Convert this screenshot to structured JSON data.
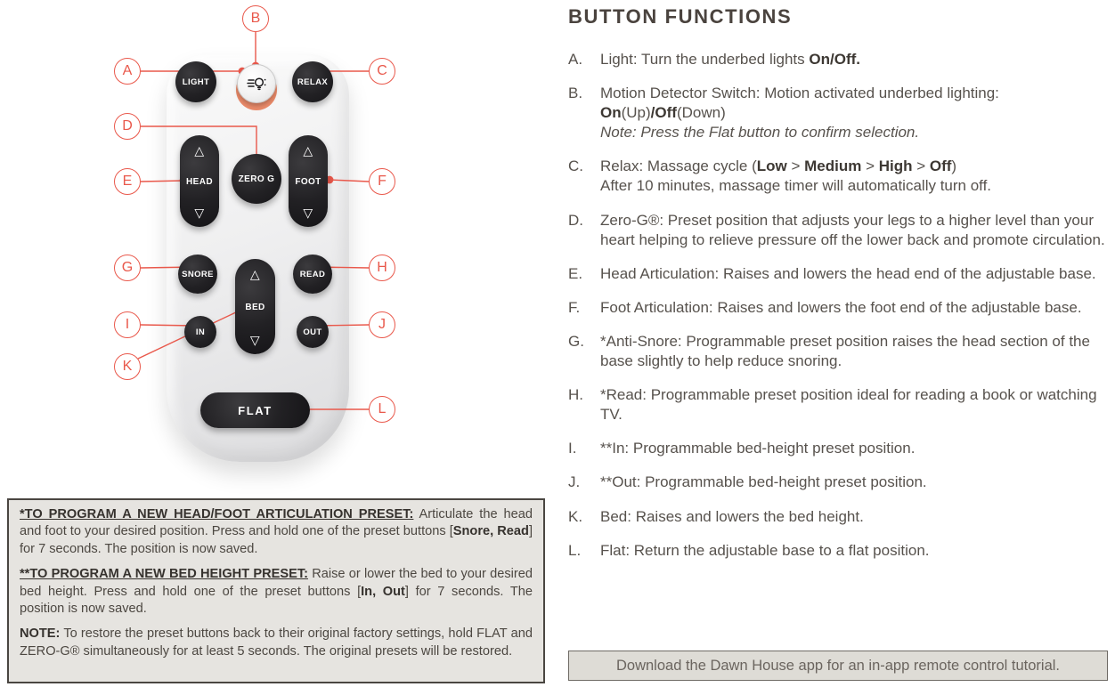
{
  "title": "BUTTON FUNCTIONS",
  "callouts": [
    "A",
    "B",
    "C",
    "D",
    "E",
    "F",
    "G",
    "H",
    "I",
    "J",
    "K",
    "L"
  ],
  "remote": {
    "light": "LIGHT",
    "relax": "RELAX",
    "zero_g": "ZERO G",
    "head": "HEAD",
    "foot": "FOOT",
    "snore": "SNORE",
    "read": "READ",
    "bed": "BED",
    "height_in": "IN",
    "height_out": "OUT",
    "flat": "FLAT",
    "arrow_up": "△",
    "arrow_down": "▽",
    "motion_icon": "bulb-with-motion-rays"
  },
  "colors": {
    "accent_red": "#e9584b",
    "button_black": "#222124",
    "motion_ring_orange": "#e98a69",
    "note_box_bg": "#e6e4e0",
    "download_bar_bg": "#dedcd6",
    "text_gray": "#57524d",
    "title_brown": "#4a433e"
  },
  "functions": [
    {
      "letter": "A.",
      "segments": [
        {
          "t": "Light: Turn the underbed lights "
        },
        {
          "t": "On/Off.",
          "b": 1
        }
      ]
    },
    {
      "letter": "B.",
      "segments": [
        {
          "t": "Motion Detector Switch: Motion activated underbed lighting:"
        },
        {
          "br": 1
        },
        {
          "t": "On",
          "b": 1
        },
        {
          "t": "(Up)"
        },
        {
          "t": "/",
          "b": 1
        },
        {
          "t": "Off",
          "b": 1
        },
        {
          "t": "(Down)"
        },
        {
          "br": 1
        },
        {
          "t": "Note: Press the Flat button to confirm selection.",
          "i": 1
        }
      ]
    },
    {
      "letter": "C.",
      "segments": [
        {
          "t": "Relax: Massage cycle ("
        },
        {
          "t": "Low",
          "b": 1
        },
        {
          "t": " > "
        },
        {
          "t": "Medium",
          "b": 1
        },
        {
          "t": " > "
        },
        {
          "t": "High",
          "b": 1
        },
        {
          "t": " > "
        },
        {
          "t": "Off",
          "b": 1
        },
        {
          "t": ")"
        },
        {
          "br": 1
        },
        {
          "t": "After 10 minutes, massage timer will automatically turn off."
        }
      ]
    },
    {
      "letter": "D.",
      "segments": [
        {
          "t": "Zero-G®: Preset position that adjusts your legs to a higher level than your heart helping to relieve pressure off the lower back and promote circulation."
        }
      ]
    },
    {
      "letter": "E.",
      "segments": [
        {
          "t": "Head Articulation: Raises and lowers the head end of the adjustable base."
        }
      ]
    },
    {
      "letter": "F.",
      "segments": [
        {
          "t": "Foot Articulation: Raises and lowers the foot end of the adjustable base."
        }
      ]
    },
    {
      "letter": "G.",
      "segments": [
        {
          "t": "*Anti-Snore: Programmable preset position raises the head section of the base slightly to help reduce snoring."
        }
      ]
    },
    {
      "letter": "H.",
      "segments": [
        {
          "t": "*Read: Programmable preset position ideal for reading a book or watching TV."
        }
      ]
    },
    {
      "letter": "I.",
      "segments": [
        {
          "t": "**In: Programmable bed-height preset position."
        }
      ]
    },
    {
      "letter": "J.",
      "segments": [
        {
          "t": "**Out: Programmable bed-height preset position."
        }
      ]
    },
    {
      "letter": "K.",
      "segments": [
        {
          "t": "Bed: Raises and lowers the bed height."
        }
      ]
    },
    {
      "letter": "L.",
      "segments": [
        {
          "t": "Flat: Return the adjustable base to a flat position."
        }
      ]
    }
  ],
  "notes": [
    {
      "segments": [
        {
          "t": "*TO PROGRAM A NEW HEAD/FOOT ARTICULATION PRESET:",
          "b": 1,
          "u": 1
        },
        {
          "t": " Articulate the head and foot to your desired position. Press and hold one of the preset buttons ["
        },
        {
          "t": "Snore, Read",
          "b": 1
        },
        {
          "t": "] for 7 seconds. The position is now saved."
        }
      ]
    },
    {
      "segments": [
        {
          "t": "**TO PROGRAM A NEW BED HEIGHT PRESET:",
          "b": 1,
          "u": 1
        },
        {
          "t": " Raise or lower the bed to your desired bed height. Press and hold one of the preset buttons ["
        },
        {
          "t": "In, Out",
          "b": 1
        },
        {
          "t": "] for 7 seconds. The position is now saved."
        }
      ]
    },
    {
      "segments": [
        {
          "t": "NOTE:",
          "b": 1
        },
        {
          "t": " To restore the preset buttons back to their original factory settings, hold FLAT and ZERO-G® simultaneously for at least 5 seconds. The original presets will be restored."
        }
      ]
    }
  ],
  "download_bar": {
    "text": "Download the Dawn House app for an in-app remote control tutorial."
  }
}
